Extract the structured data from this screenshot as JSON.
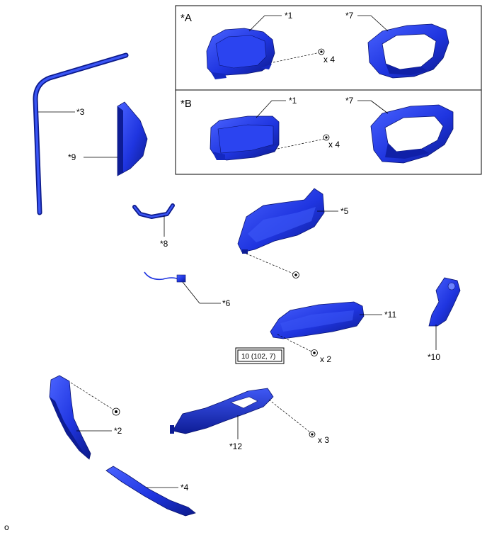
{
  "inset_labels": {
    "a": "*A",
    "b": "*B"
  },
  "callouts": {
    "p1a": "*1",
    "p7a": "*7",
    "qa": "x 4",
    "p1b": "*1",
    "p7b": "*7",
    "qb": "x 4",
    "p3": "*3",
    "p9": "*9",
    "p8": "*8",
    "p5": "*5",
    "p6": "*6",
    "p11": "*11",
    "p10": "*10",
    "q11": "x 2",
    "p2": "*2",
    "p12": "*12",
    "q12": "x 3",
    "p4": "*4"
  },
  "torque_spec": "10 (102, 7)",
  "footer_mark": "o",
  "colors": {
    "part": "#1f35e0",
    "part_dark": "#0c1a8a",
    "part_light": "#4a63ff",
    "line": "#000000"
  }
}
